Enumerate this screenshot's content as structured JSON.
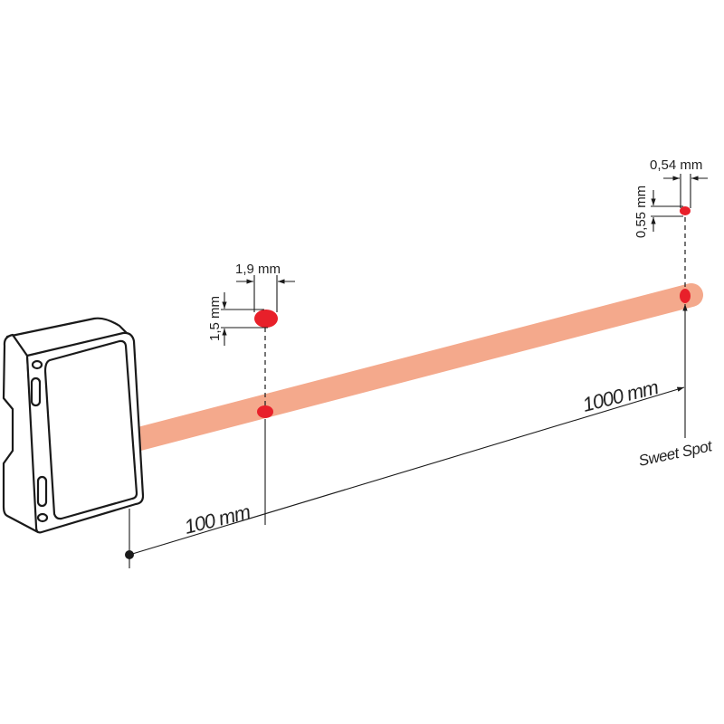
{
  "colors": {
    "beam": "#f4a98c",
    "spot": "#e8202a",
    "line": "#1a1a1a"
  },
  "labels": {
    "near_distance": "100 mm",
    "far_distance": "1000 mm",
    "sweet_spot": "Sweet Spot",
    "near_spot_width": "1,9 mm",
    "near_spot_height": "1,5 mm",
    "far_spot_width": "0,54 mm",
    "far_spot_height": "0,55 mm"
  }
}
